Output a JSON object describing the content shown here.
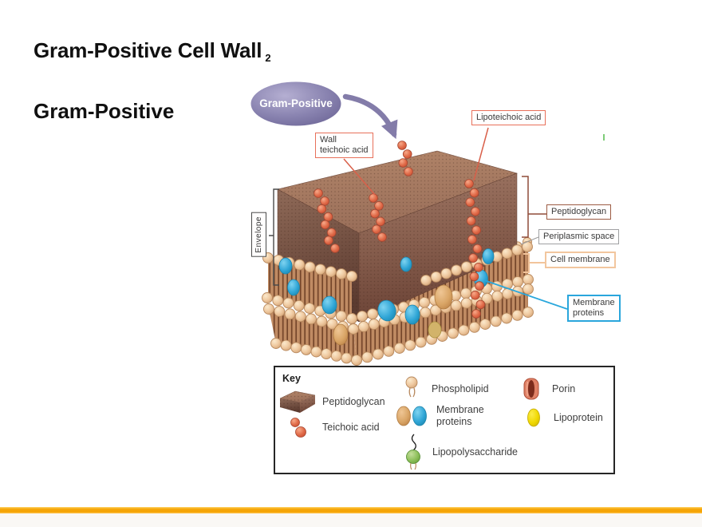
{
  "slide": {
    "title": "Gram-Positive Cell Wall",
    "title_superscript": "2",
    "subtitle": "Gram-Positive"
  },
  "diagram": {
    "bubble_label": "Gram-Positive",
    "labels": {
      "wall_teichoic_line1": "Wall",
      "wall_teichoic_line2": "teichoic acid",
      "lipoteichoic": "Lipoteichoic acid",
      "peptidoglycan": "Peptidoglycan",
      "periplasmic": "Periplasmic space",
      "cell_membrane": "Cell membrane",
      "membrane_proteins_line1": "Membrane",
      "membrane_proteins_line2": "proteins",
      "envelope": "Envelope"
    },
    "colors": {
      "callout_salmon": "#E8705A",
      "callout_brown": "#9C5B43",
      "callout_gray": "#9FA0A2",
      "callout_peach": "#F2C69E",
      "callout_blue": "#2AA6DC",
      "bubble_purple": "#8983B0",
      "accent_bar": "#F6A70B"
    }
  },
  "key": {
    "title": "Key",
    "items": [
      {
        "icon": "peptidoglycan-block-icon",
        "label": "Peptidoglycan"
      },
      {
        "icon": "teichoic-acid-icon",
        "label": "Teichoic acid"
      },
      {
        "icon": "phospholipid-icon",
        "label": "Phospholipid"
      },
      {
        "icon": "membrane-proteins-icon",
        "label_line1": "Membrane",
        "label_line2": "proteins"
      },
      {
        "icon": "lipopolysaccharide-icon",
        "label": "Lipopolysaccharide"
      },
      {
        "icon": "porin-icon",
        "label": "Porin"
      },
      {
        "icon": "lipoprotein-icon",
        "label": "Lipoprotein"
      }
    ]
  }
}
